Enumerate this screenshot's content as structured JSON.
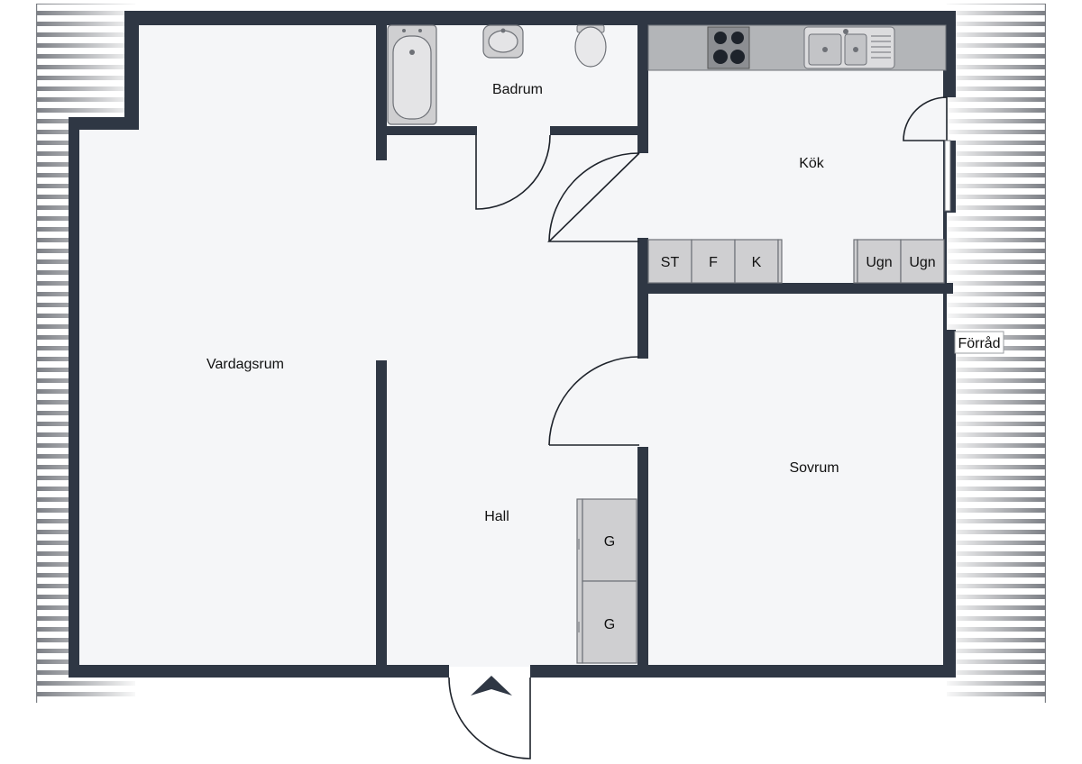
{
  "rooms": {
    "badrum": "Badrum",
    "kok": "Kök",
    "vardagsrum": "Vardagsrum",
    "hall": "Hall",
    "sovrum": "Sovrum",
    "forrad": "Förråd"
  },
  "fixtures": {
    "st": "ST",
    "f": "F",
    "k": "K",
    "ugn1": "Ugn",
    "ugn2": "Ugn",
    "g1": "G",
    "g2": "G"
  },
  "colors": {
    "wall": "#2f3744",
    "floor": "#f5f6f8",
    "fixture": "#cfcfd1",
    "counter": "#b3b5b8",
    "balcony_stripe": "#7c7f85"
  },
  "icons": {
    "entrance": "entrance-arrow-icon",
    "stove": "stove-icon",
    "sink": "kitchen-sink-icon",
    "bathtub": "bathtub-icon",
    "washbasin": "washbasin-icon",
    "toilet": "toilet-icon"
  }
}
